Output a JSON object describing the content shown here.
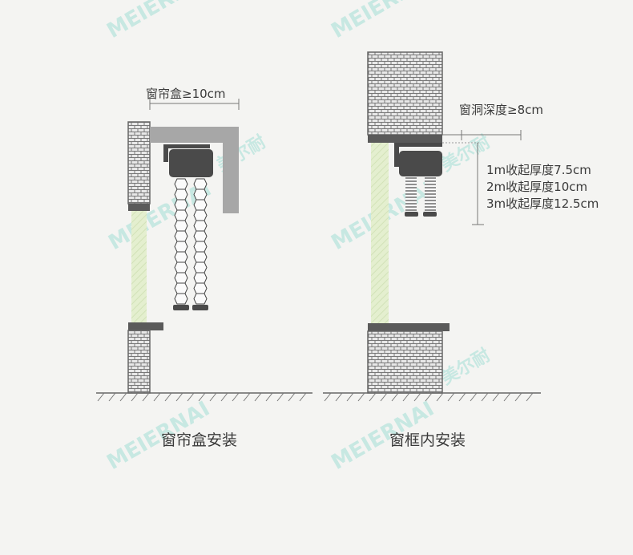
{
  "watermark": {
    "latin": "MEIERNAI",
    "chinese": "美尔耐"
  },
  "left_diagram": {
    "caption": "窗帘盒安装",
    "dimension_label": "窗帘盒≥10cm"
  },
  "right_diagram": {
    "caption": "窗框内安装",
    "dimension_label": "窗洞深度≥8cm",
    "stack_notes": [
      "1m收起厚度7.5cm",
      "2m收起厚度10cm",
      "3m收起厚度12.5cm"
    ]
  },
  "colors": {
    "brick": "#7d7d7d",
    "brick_bg": "#e6e6e6",
    "sill": "#5a5a5a",
    "glass": "#dcebc8",
    "valance_box": "#a9a9a9",
    "headrail": "#4a4a4a",
    "watermark": "#bfe6df"
  }
}
